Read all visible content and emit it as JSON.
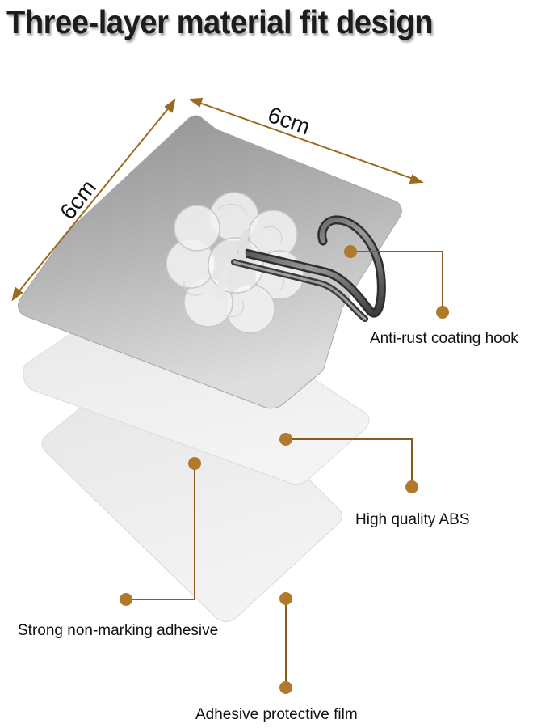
{
  "title": "Three-layer material fit design",
  "dimensions": {
    "width_label": "6cm",
    "height_label": "6cm"
  },
  "callouts": {
    "hook": "Anti-rust coating hook",
    "abs": "High quality ABS",
    "adhesive": "Strong non-marking adhesive",
    "film": "Adhesive protective film"
  },
  "colors": {
    "accent": "#8a5a1e",
    "dimension_arrow": "#9a6b1e"
  },
  "icons": {
    "hook": "metal-hook-icon",
    "flower_base": "flower-base-icon"
  }
}
